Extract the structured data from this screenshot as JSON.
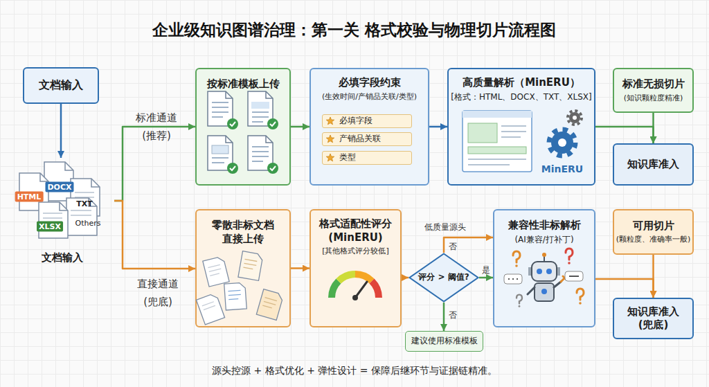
{
  "diagram": {
    "title": "企业级知识图谱治理：第一关 格式校验与物理切片流程图",
    "caption": "源头控源 + 格式优化 + 弹性设计 = 保障后继环节与证据链精准。",
    "nodes": [
      {
        "text": [
          "文档输入"
        ]
      },
      {
        "text": [
          "文档输入"
        ]
      },
      {
        "text": [
          "按标准模板上传"
        ]
      },
      {
        "text": [
          "必填字段约束",
          "(生效时间/产销品关联/类型)"
        ]
      },
      {
        "text": [
          "必填字段"
        ],
        "in": 3
      },
      {
        "text": [
          "产销品关联"
        ],
        "in": 3
      },
      {
        "text": [
          "类型"
        ],
        "in": 3
      },
      {
        "text": [
          "高质量解析（MinERU）",
          "[格式：HTML、DOCX、TXT、XLSX]"
        ]
      },
      {
        "text": [
          "标准无损切片",
          "(知识颗粒度精准)"
        ]
      },
      {
        "text": [
          "知识库准入"
        ]
      },
      {
        "text": [
          "零散非标文档 直接上传"
        ]
      },
      {
        "text": [
          "格式适配性评分 (MinERU)",
          "[其他格式评分较低]"
        ]
      },
      {
        "text": [
          "评分 > 阈值?"
        ]
      },
      {
        "text": [
          "兼容性非标解析",
          "(AI兼容/打补丁)"
        ]
      },
      {
        "text": [
          "建议使用标准模板"
        ]
      },
      {
        "text": [
          "可用切片",
          "(颗粒度、准确率一般)"
        ]
      },
      {
        "text": [
          "知识库准入 (兜底)"
        ]
      }
    ],
    "edges": [
      {
        "from": 0,
        "to": 1,
        "arrow": "to"
      },
      {
        "from": 1,
        "to": 2,
        "label": "标准通道 (推荐)",
        "arrow": "to"
      },
      {
        "from": 1,
        "to": 10,
        "label": "直接通道 (兜底)",
        "arrow": "to"
      },
      {
        "from": 2,
        "to": 3,
        "arrow": "to"
      },
      {
        "from": 3,
        "to": 7,
        "arrow": "to"
      },
      {
        "from": 7,
        "to": 9,
        "arrow": "to"
      },
      {
        "from": 8,
        "to": 9,
        "arrow": "to"
      },
      {
        "from": 10,
        "to": 11,
        "arrow": "to"
      },
      {
        "from": 11,
        "to": 12,
        "arrow": "to"
      },
      {
        "from": 12,
        "to": 13,
        "label": "否",
        "arrow": "to"
      },
      {
        "from": 12,
        "to": 13,
        "label": "是",
        "arrow": "to"
      },
      {
        "from": 12,
        "to": 14,
        "label": "否",
        "arrow": "to"
      },
      {
        "from": 13,
        "to": 16,
        "arrow": "to"
      },
      {
        "from": 15,
        "to": 16,
        "arrow": "to"
      }
    ],
    "labels": [
      "HTML",
      "DOCX",
      "TXT",
      "XLSX",
      "Others",
      "MinERU",
      "低质量源头"
    ]
  }
}
